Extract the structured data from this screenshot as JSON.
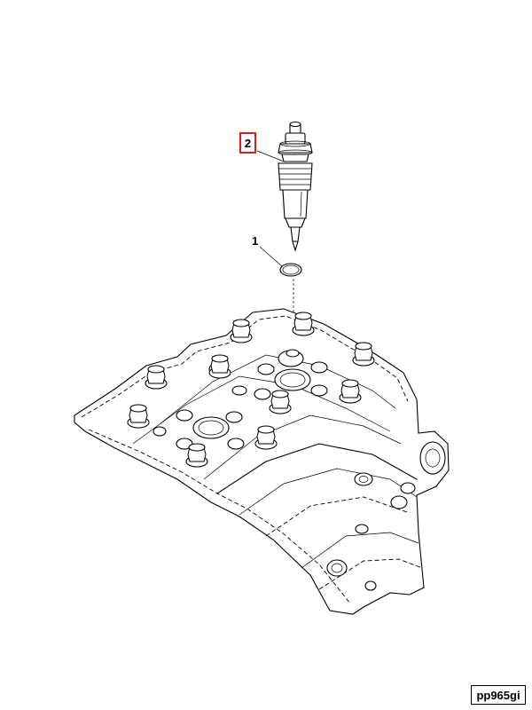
{
  "callouts": {
    "injector": "2",
    "seal_ring": "1"
  },
  "figure_id": "pp965gi",
  "colors": {
    "highlight_box": "#d81e1e",
    "line": "#000000",
    "background": "#ffffff"
  }
}
